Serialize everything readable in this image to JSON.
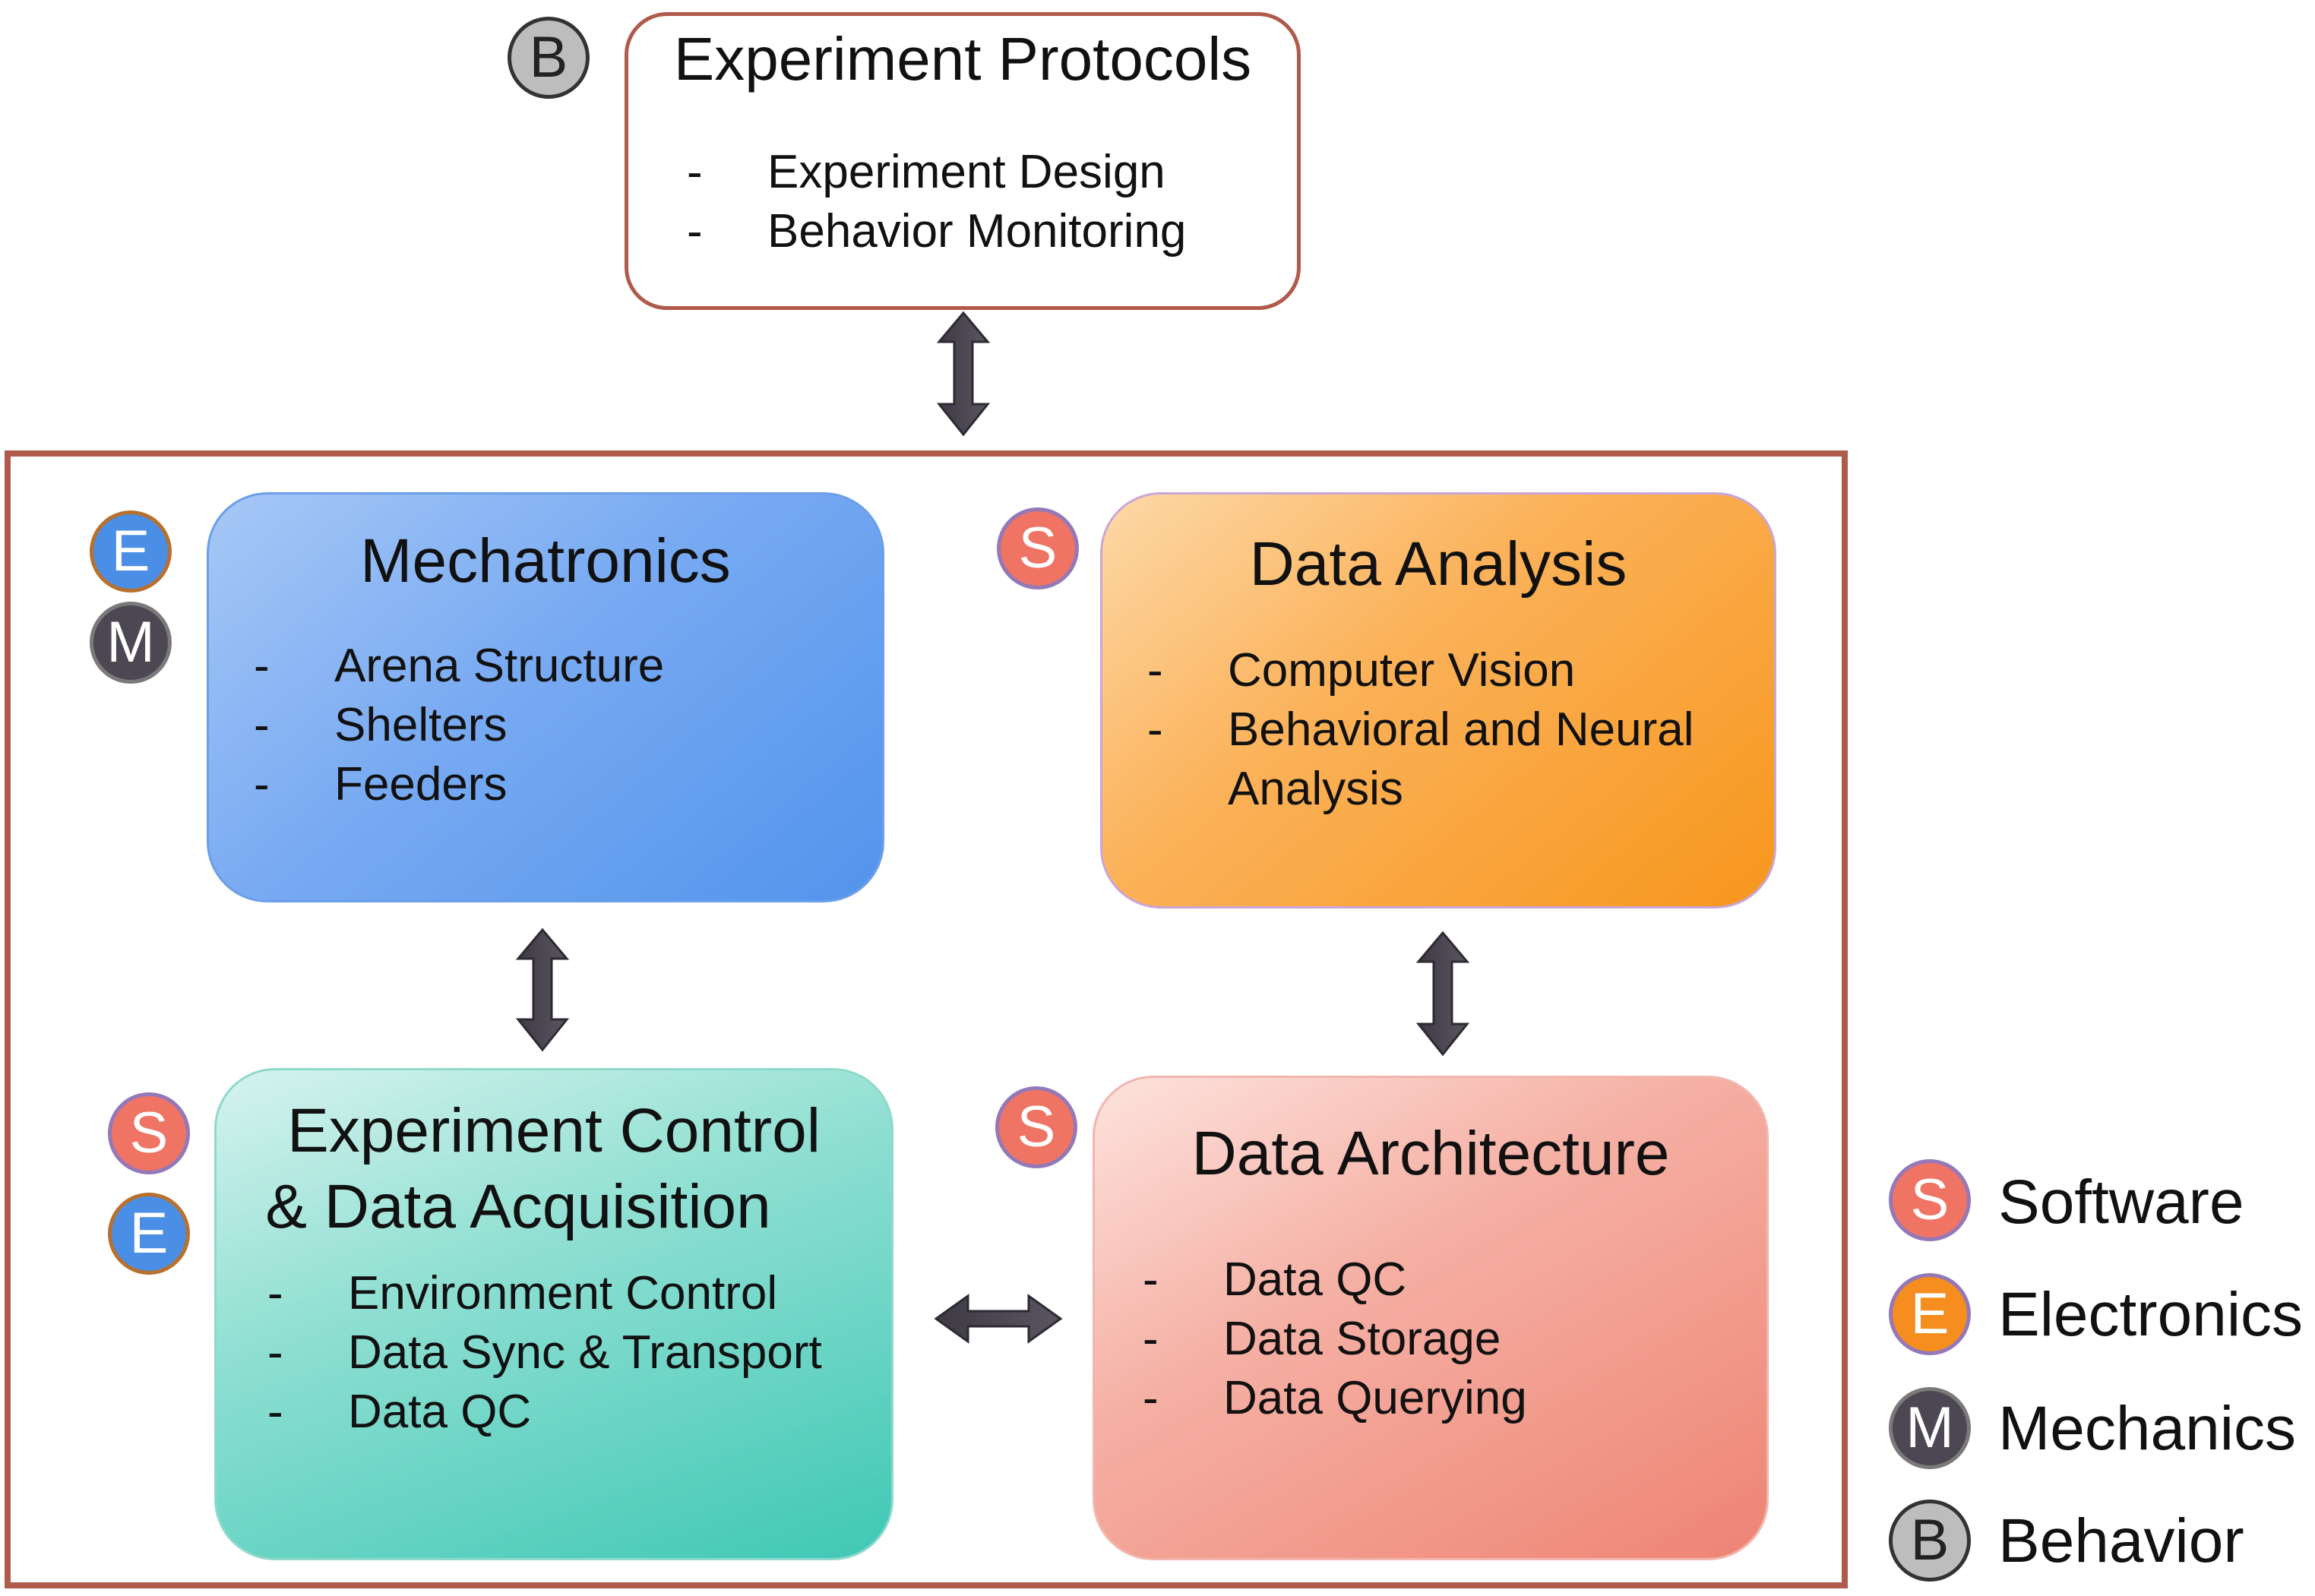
{
  "protocols": {
    "title": "Experiment Protocols",
    "badge": "B",
    "items": [
      "Experiment Design",
      "Behavior Monitoring"
    ]
  },
  "mechatronics": {
    "title": "Mechatronics",
    "badges": [
      "E",
      "M"
    ],
    "items": [
      "Arena Structure",
      "Shelters",
      "Feeders"
    ]
  },
  "analysis": {
    "title": "Data Analysis",
    "badges": [
      "S"
    ],
    "items": [
      "Computer Vision",
      "Behavioral and Neural",
      "Analysis"
    ]
  },
  "control": {
    "title_line1": "Experiment Control",
    "title_line2": "& Data Acquisition",
    "badges": [
      "S",
      "E"
    ],
    "items": [
      "Environment Control",
      "Data Sync & Transport",
      "Data QC"
    ]
  },
  "architecture": {
    "title": "Data Architecture",
    "badges": [
      "S"
    ],
    "items": [
      "Data QC",
      "Data Storage",
      "Data Querying"
    ]
  },
  "legend": [
    {
      "letter": "S",
      "label": "Software",
      "color": "#ef7464"
    },
    {
      "letter": "E",
      "label": "Electronics",
      "color": "#f58d1f"
    },
    {
      "letter": "M",
      "label": "Mechanics",
      "color": "#4c4752"
    },
    {
      "letter": "B",
      "label": "Behavior",
      "color": "#bdbdbd"
    }
  ],
  "colors": {
    "frame": "#b05a4c",
    "arrow": "#4a4650",
    "mechatronics": "#5a96ee",
    "analysis": "#f79a26",
    "control": "#46cab8",
    "architecture": "#ee8677"
  }
}
